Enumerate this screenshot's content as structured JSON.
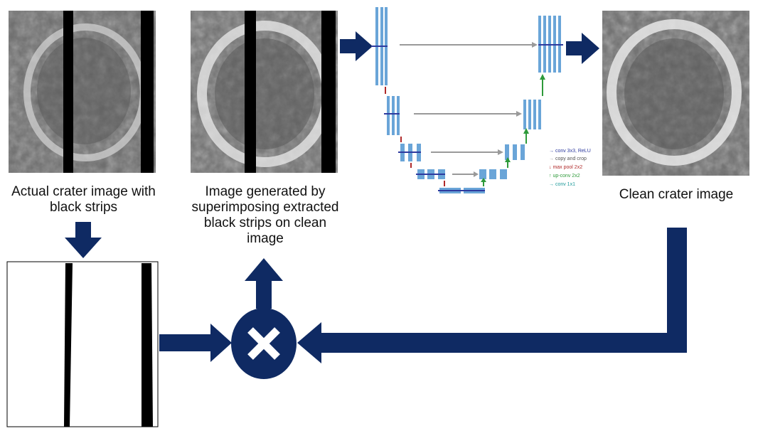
{
  "labels": {
    "actual": "Actual crater image with black strips",
    "generated": "Image generated by superimposing extracted black strips on clean image",
    "clean": "Clean crater image"
  },
  "legend": [
    {
      "label": "conv 3x3, ReLU",
      "color": "#2d3a9e",
      "icon": "arrow-right-icon"
    },
    {
      "label": "copy and crop",
      "color": "#9a9a9a",
      "icon": "arrow-right-icon"
    },
    {
      "label": "max pool 2x2",
      "color": "#b02a2a",
      "icon": "arrow-down-icon"
    },
    {
      "label": "up-conv 2x2",
      "color": "#2e9a3a",
      "icon": "arrow-up-icon"
    },
    {
      "label": "conv 1x1",
      "color": "#1e9a9a",
      "icon": "arrow-right-icon"
    }
  ],
  "colors": {
    "navy": "#0f2a63",
    "unet_block": "#6aa5d8"
  },
  "operator_icon": "multiply-icon"
}
